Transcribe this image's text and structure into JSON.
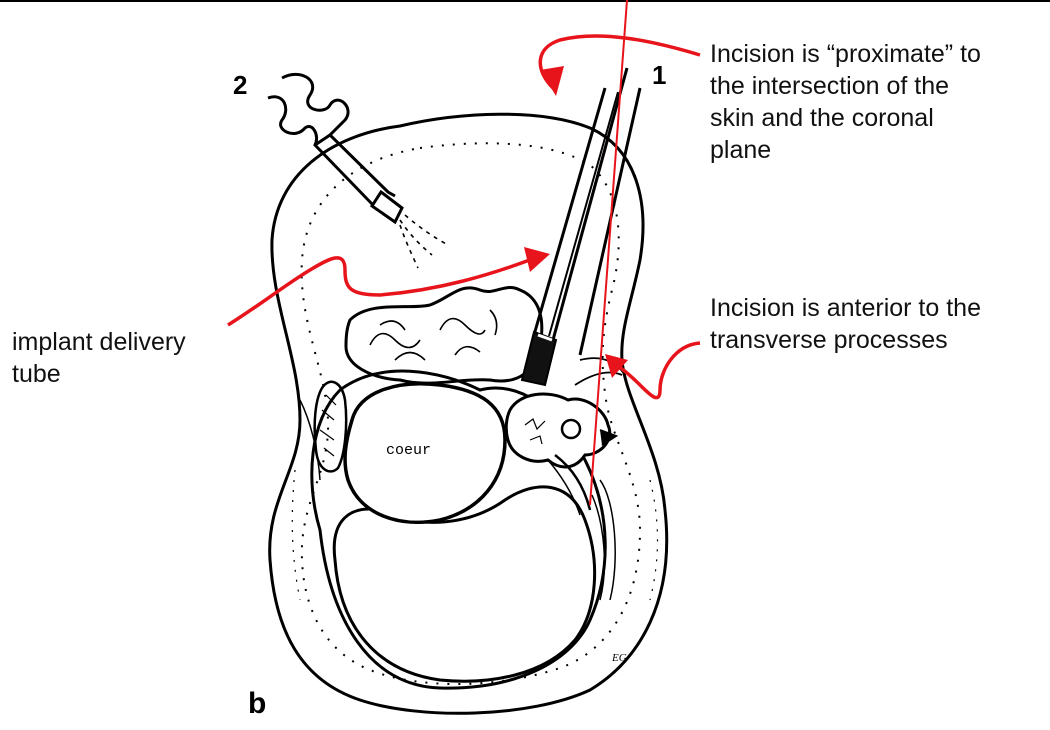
{
  "labels": {
    "incision_proximate": [
      "Incision is “proximate” to",
      "the intersection of the",
      "skin and the coronal",
      "plane"
    ],
    "incision_anterior": [
      "Incision is anterior to the",
      "transverse  processes"
    ],
    "implant_tube": [
      "implant delivery",
      "tube"
    ],
    "marker_1": "1",
    "marker_2": "2",
    "panel_letter": "b",
    "heart": "coeur",
    "artist_signature": "EG"
  },
  "colors": {
    "annotation_red": "#e8141b",
    "ink": "#000000"
  }
}
